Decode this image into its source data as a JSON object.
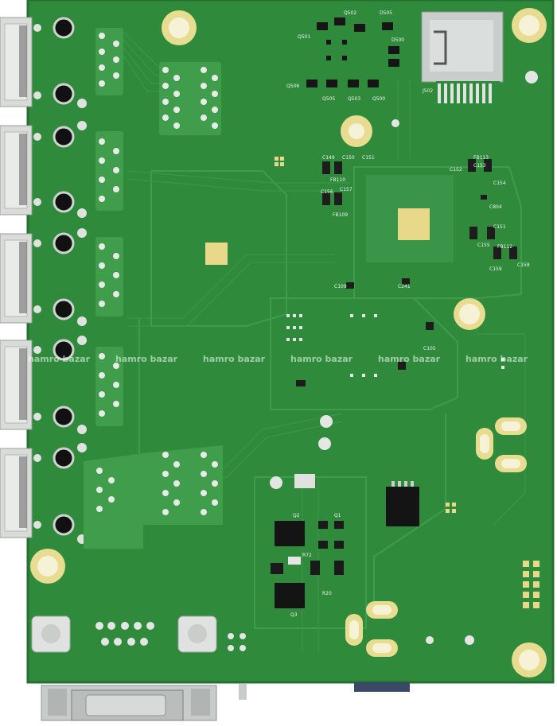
{
  "image": {
    "subject": "Green router printed circuit board",
    "colors": {
      "background": "#ffffff",
      "board": "#2f8a3c",
      "board_dark": "#226b2d",
      "trace": "#3d9a48",
      "copper": "#e8d98a",
      "pad": "#dfe9dc",
      "chip": "#1c1c1c",
      "metal": "#cfd3d4"
    }
  },
  "silkscreen": {
    "top": [
      "Q501",
      "Q502",
      "D505",
      "D500",
      "J502"
    ],
    "row2": [
      "Q506",
      "Q505",
      "Q503",
      "Q500"
    ],
    "mid_right": [
      "C149",
      "C150",
      "C151",
      "FB110",
      "C152",
      "C153",
      "C156",
      "C157",
      "FB109",
      "FB113",
      "C154",
      "C804",
      "C151",
      "C155",
      "FB112",
      "C158",
      "C159"
    ],
    "mid": [
      "C109",
      "C241",
      "C105"
    ],
    "lower": [
      "Q2",
      "Q3",
      "Q1",
      "R20",
      "R72"
    ]
  },
  "watermark": "hamro bazar"
}
